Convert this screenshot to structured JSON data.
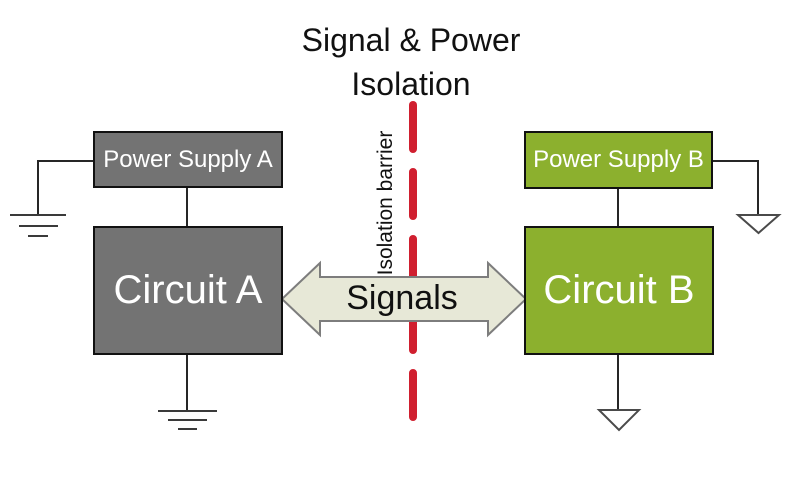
{
  "title": {
    "line1": "Signal & Power",
    "line2": "Isolation"
  },
  "barrier": {
    "label": "Isolation barrier"
  },
  "arrow": {
    "label": "Signals"
  },
  "boxes": {
    "power_supply_a": {
      "label": "Power Supply A"
    },
    "circuit_a": {
      "label": "Circuit A"
    },
    "power_supply_b": {
      "label": "Power Supply B"
    },
    "circuit_b": {
      "label": "Circuit B"
    }
  },
  "icons": {
    "earth_ground": "earth-ground-symbol",
    "chassis_ground": "triangle-ground-symbol"
  },
  "colors": {
    "gray_box": "#737373",
    "green_box": "#8cb02e",
    "barrier_red": "#d01f2f",
    "arrow_fill": "#e7e8d7",
    "arrow_outline": "#7d7d7d",
    "wire": "#262626",
    "box_text": "#ffffff",
    "title_text": "#111111"
  }
}
